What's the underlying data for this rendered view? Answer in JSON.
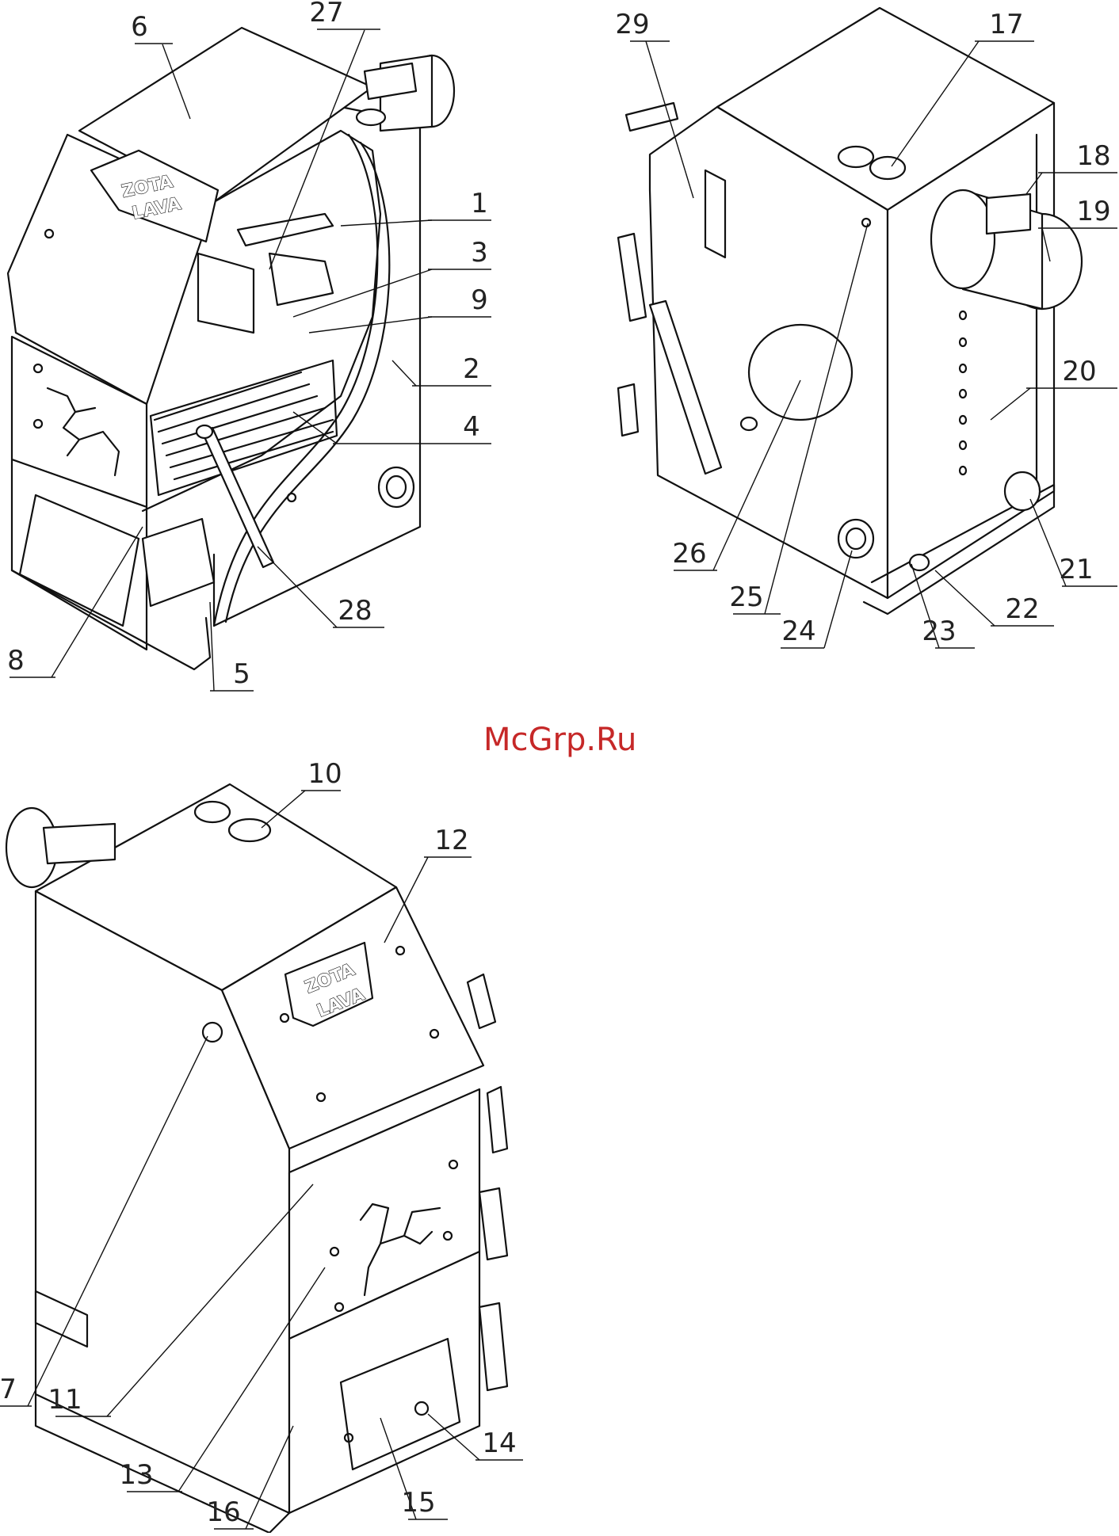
{
  "watermark": "McGrp.Ru",
  "logo": {
    "line1": "ZOTA",
    "line2": "LAVA"
  },
  "callouts": [
    {
      "id": "c1",
      "label": "1"
    },
    {
      "id": "c2",
      "label": "2"
    },
    {
      "id": "c3",
      "label": "3"
    },
    {
      "id": "c4",
      "label": "4"
    },
    {
      "id": "c5",
      "label": "5"
    },
    {
      "id": "c6",
      "label": "6"
    },
    {
      "id": "c7",
      "label": "7"
    },
    {
      "id": "c8",
      "label": "8"
    },
    {
      "id": "c9",
      "label": "9"
    },
    {
      "id": "c10",
      "label": "10"
    },
    {
      "id": "c11",
      "label": "11"
    },
    {
      "id": "c12",
      "label": "12"
    },
    {
      "id": "c13",
      "label": "13"
    },
    {
      "id": "c14",
      "label": "14"
    },
    {
      "id": "c15",
      "label": "15"
    },
    {
      "id": "c16",
      "label": "16"
    },
    {
      "id": "c17",
      "label": "17"
    },
    {
      "id": "c18",
      "label": "18"
    },
    {
      "id": "c19",
      "label": "19"
    },
    {
      "id": "c20",
      "label": "20"
    },
    {
      "id": "c21",
      "label": "21"
    },
    {
      "id": "c22",
      "label": "22"
    },
    {
      "id": "c23",
      "label": "23"
    },
    {
      "id": "c24",
      "label": "24"
    },
    {
      "id": "c25",
      "label": "25"
    },
    {
      "id": "c26",
      "label": "26"
    },
    {
      "id": "c27",
      "label": "27"
    },
    {
      "id": "c28",
      "label": "28"
    },
    {
      "id": "c29",
      "label": "29"
    }
  ]
}
